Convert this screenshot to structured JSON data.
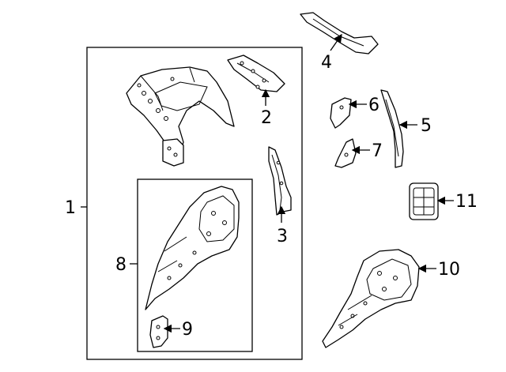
{
  "diagram": {
    "callouts": [
      {
        "id": "c1",
        "label": "1"
      },
      {
        "id": "c2",
        "label": "2"
      },
      {
        "id": "c3",
        "label": "3"
      },
      {
        "id": "c4",
        "label": "4"
      },
      {
        "id": "c5",
        "label": "5"
      },
      {
        "id": "c6",
        "label": "6"
      },
      {
        "id": "c7",
        "label": "7"
      },
      {
        "id": "c8",
        "label": "8"
      },
      {
        "id": "c9",
        "label": "9"
      },
      {
        "id": "c10",
        "label": "10"
      },
      {
        "id": "c11",
        "label": "11"
      }
    ],
    "ink_color": "#000000",
    "background_color": "#ffffff"
  }
}
